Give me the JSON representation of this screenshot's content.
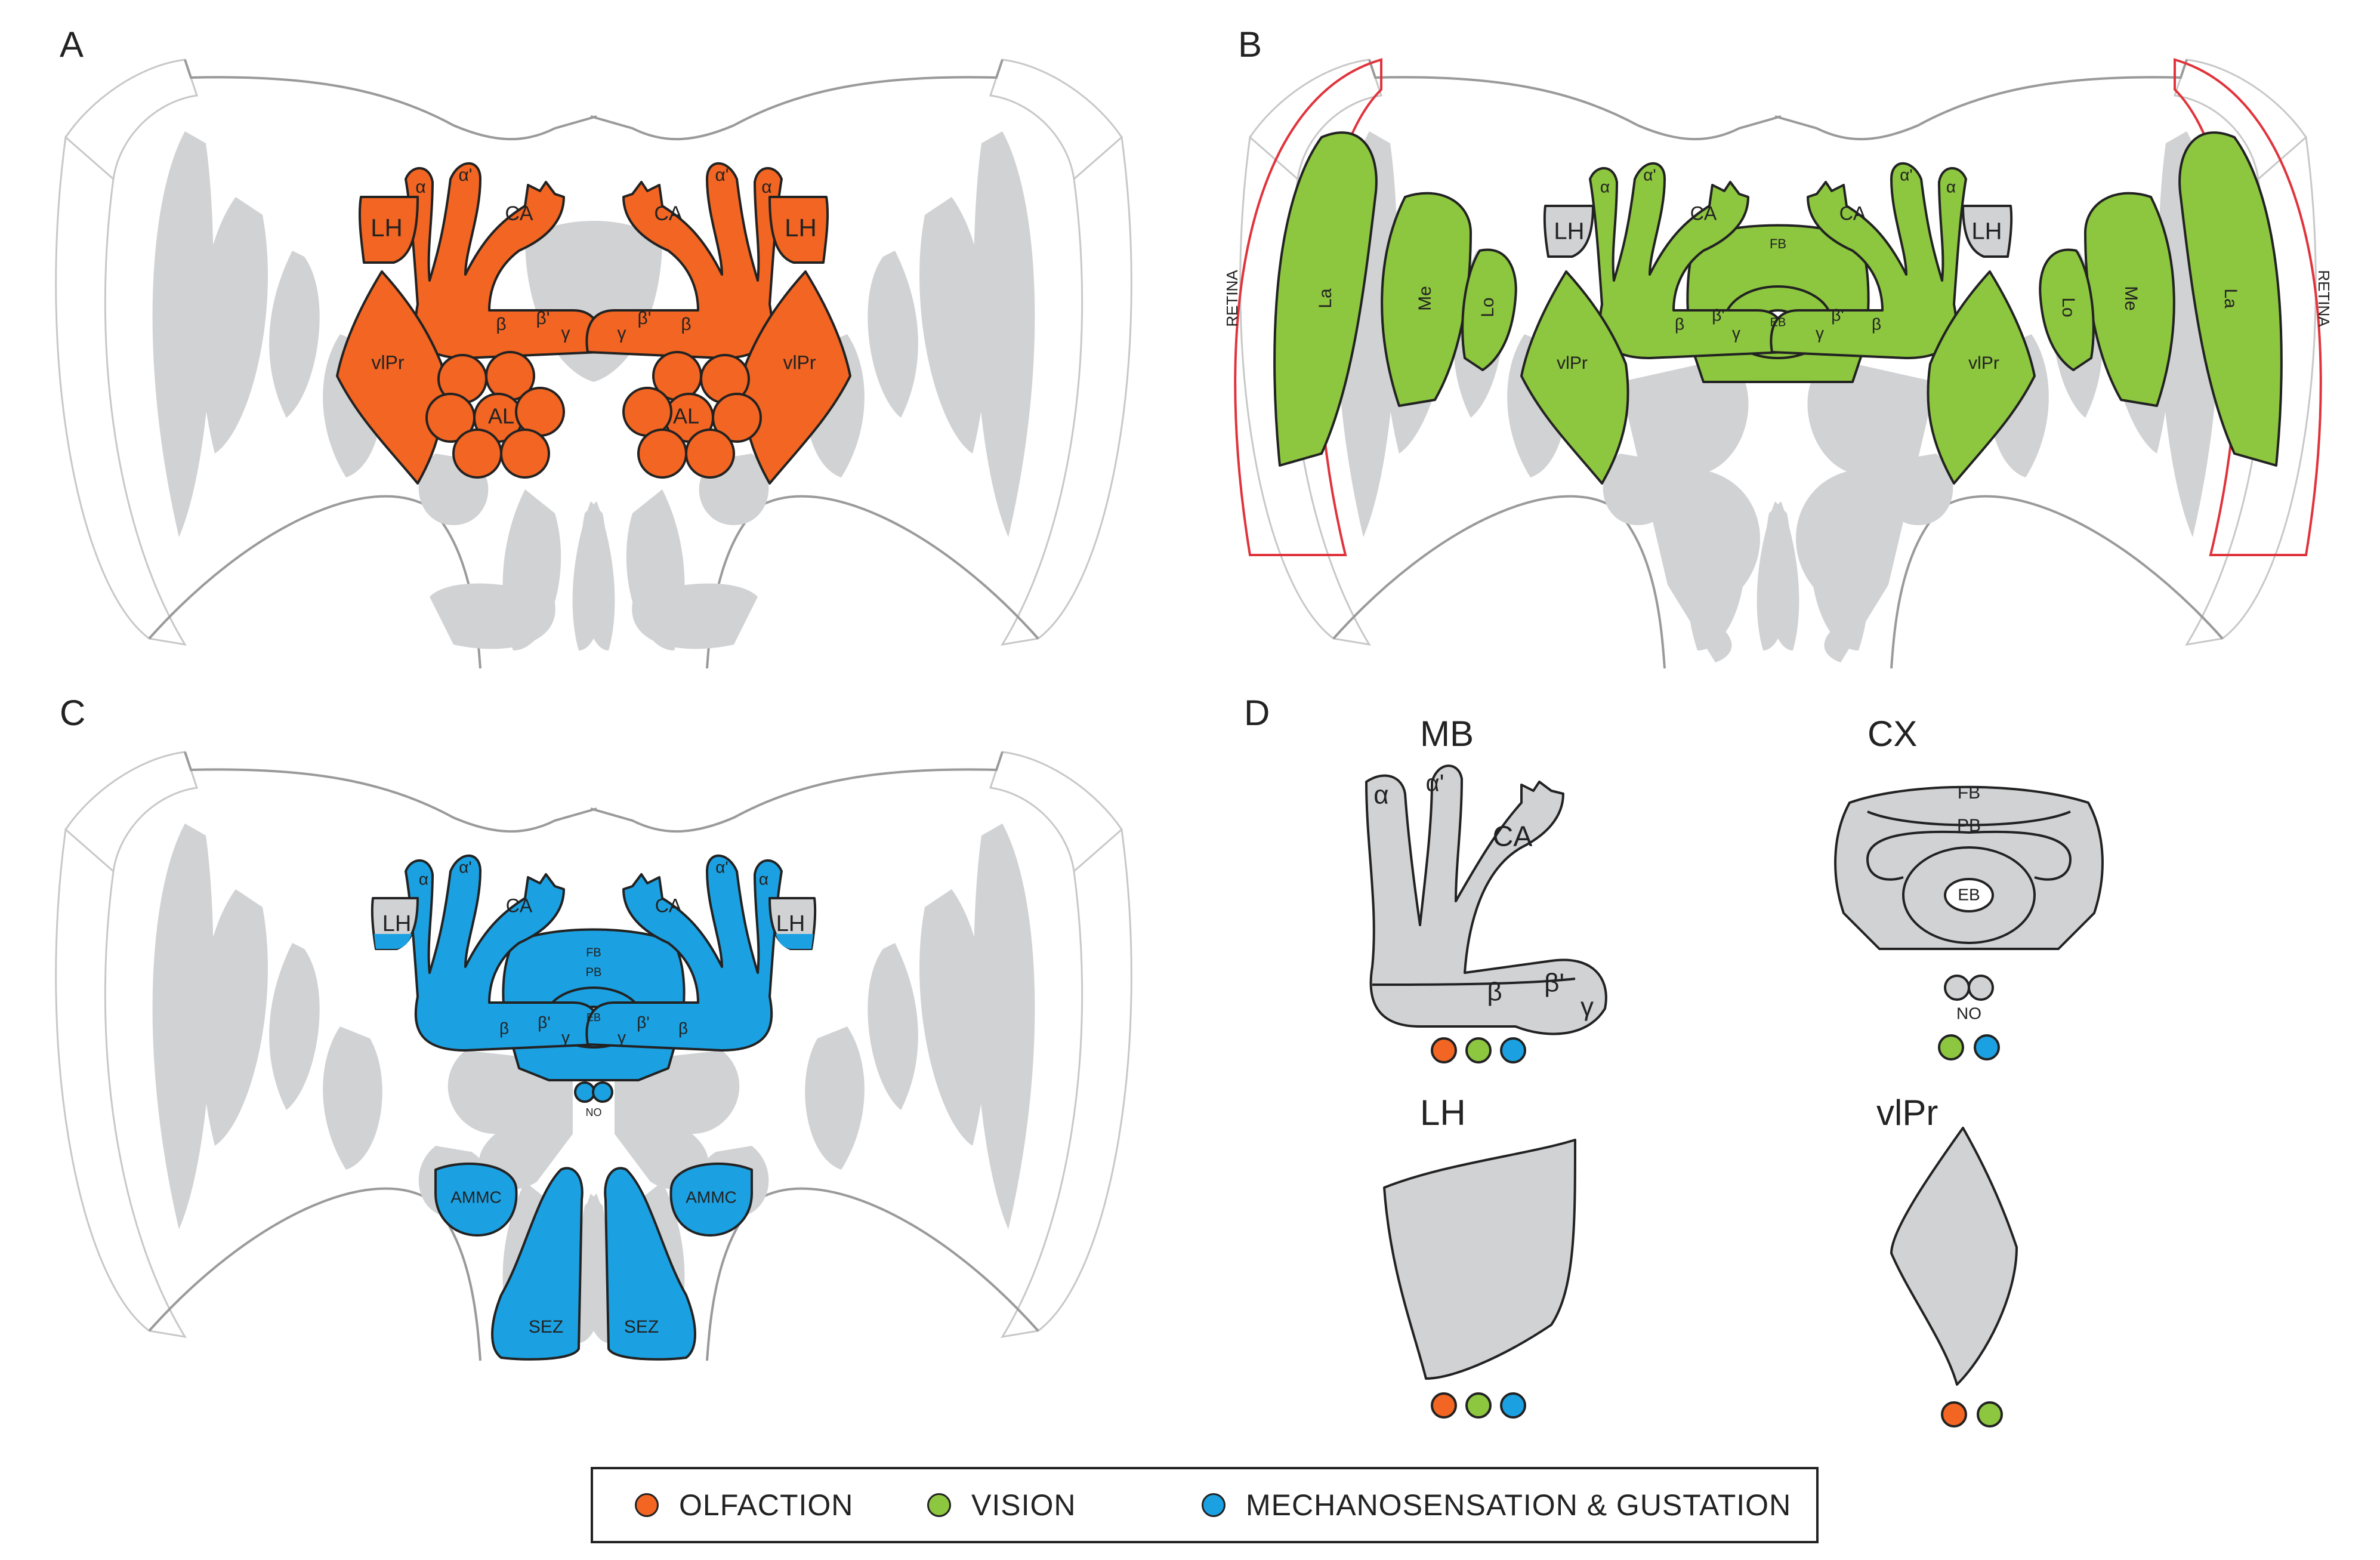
{
  "colors": {
    "olfaction": "#f26522",
    "vision": "#8dc63f",
    "mechanosensation": "#1ba1e2",
    "neutral": "#d1d2d4",
    "retina": "#e0343c"
  },
  "panels": {
    "a": {
      "letter": "A"
    },
    "b": {
      "letter": "B"
    },
    "c": {
      "letter": "C"
    },
    "d": {
      "letter": "D"
    }
  },
  "labels": {
    "lh": "LH",
    "ca": "CA",
    "alpha": "α",
    "alpha_prime": "α'",
    "beta": "β",
    "beta_prime": "β'",
    "gamma": "γ",
    "vlpr": "vlPr",
    "al": "AL",
    "fb": "FB",
    "pb": "PB",
    "eb": "EB",
    "no": "NO",
    "la": "La",
    "me": "Me",
    "lo": "Lo",
    "retina": "RETINA",
    "ammc": "AMMC",
    "sez": "SEZ"
  },
  "panel_d": {
    "mb_title": "MB",
    "cx_title": "CX",
    "lh_title": "LH",
    "vlpr_title": "vlPr",
    "mb_modalities": [
      "olfaction",
      "vision",
      "mechanosensation"
    ],
    "cx_modalities": [
      "vision",
      "mechanosensation"
    ],
    "lh_modalities": [
      "olfaction",
      "vision",
      "mechanosensation"
    ],
    "vlpr_modalities": [
      "olfaction",
      "vision"
    ]
  },
  "legend": {
    "olfaction": "OLFACTION",
    "vision": "VISION",
    "mechanosensation": "MECHANOSENSATION & GUSTATION"
  }
}
